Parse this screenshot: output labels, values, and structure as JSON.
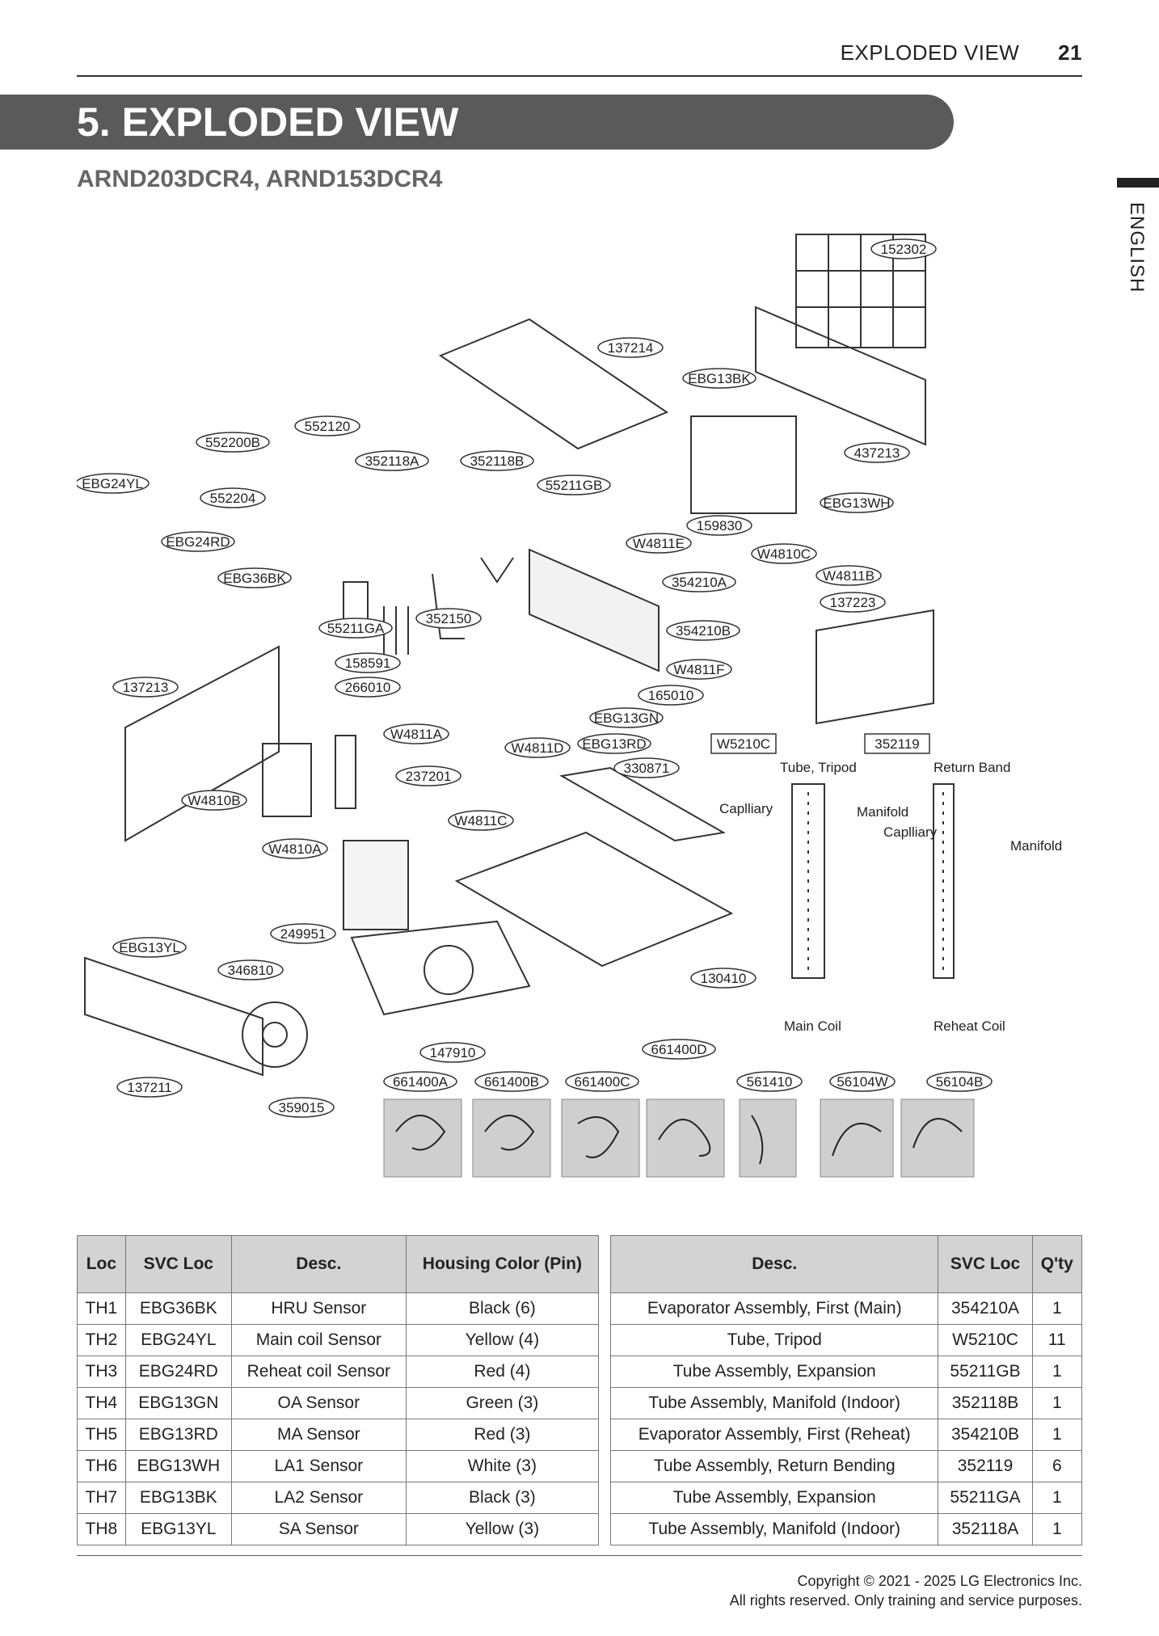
{
  "header": {
    "section": "EXPLODED VIEW",
    "page_number": "21"
  },
  "banner_title": "5. EXPLODED VIEW",
  "subtitle": "ARND203DCR4, ARND153DCR4",
  "side_label": "ENGLISH",
  "callouts": [
    {
      "id": "152302"
    },
    {
      "id": "137214"
    },
    {
      "id": "EBG13BK"
    },
    {
      "id": "437213"
    },
    {
      "id": "552120"
    },
    {
      "id": "552200B"
    },
    {
      "id": "352118A"
    },
    {
      "id": "352118B"
    },
    {
      "id": "EBG24YL"
    },
    {
      "id": "552204"
    },
    {
      "id": "55211GB"
    },
    {
      "id": "EBG13WH"
    },
    {
      "id": "159830"
    },
    {
      "id": "EBG24RD"
    },
    {
      "id": "W4811E"
    },
    {
      "id": "W4810C"
    },
    {
      "id": "EBG36BK"
    },
    {
      "id": "354210A"
    },
    {
      "id": "W4811B"
    },
    {
      "id": "137223"
    },
    {
      "id": "352150"
    },
    {
      "id": "55211GA"
    },
    {
      "id": "354210B"
    },
    {
      "id": "158591"
    },
    {
      "id": "W4811F"
    },
    {
      "id": "137213"
    },
    {
      "id": "266010"
    },
    {
      "id": "165010"
    },
    {
      "id": "EBG13GN"
    },
    {
      "id": "W4811A"
    },
    {
      "id": "W4811D"
    },
    {
      "id": "EBG13RD"
    },
    {
      "id": "W5210C"
    },
    {
      "id": "352119"
    },
    {
      "id": "237201"
    },
    {
      "id": "330871"
    },
    {
      "id": "W4810B"
    },
    {
      "id": "W4811C"
    },
    {
      "id": "W4810A"
    },
    {
      "id": "249951"
    },
    {
      "id": "EBG13YL"
    },
    {
      "id": "346810"
    },
    {
      "id": "130410"
    },
    {
      "id": "147910"
    },
    {
      "id": "661400D"
    },
    {
      "id": "137211"
    },
    {
      "id": "661400A"
    },
    {
      "id": "661400B"
    },
    {
      "id": "661400C"
    },
    {
      "id": "561410"
    },
    {
      "id": "56104W"
    },
    {
      "id": "56104B"
    },
    {
      "id": "359015"
    }
  ],
  "coil_labels": {
    "tube_tripod": "Tube, Tripod",
    "return_band": "Return Band",
    "capillary_1": "Caplliary",
    "manifold_1": "Manifold",
    "capillary_2": "Caplliary",
    "manifold_2": "Manifold",
    "main_coil": "Main Coil",
    "reheat_coil": "Reheat Coil"
  },
  "sensor_table": {
    "headers": [
      "Loc",
      "SVC Loc",
      "Desc.",
      "Housing Color (Pin)"
    ],
    "rows": [
      [
        "TH1",
        "EBG36BK",
        "HRU Sensor",
        "Black (6)"
      ],
      [
        "TH2",
        "EBG24YL",
        "Main coil Sensor",
        "Yellow (4)"
      ],
      [
        "TH3",
        "EBG24RD",
        "Reheat coil Sensor",
        "Red (4)"
      ],
      [
        "TH4",
        "EBG13GN",
        "OA Sensor",
        "Green (3)"
      ],
      [
        "TH5",
        "EBG13RD",
        "MA Sensor",
        "Red (3)"
      ],
      [
        "TH6",
        "EBG13WH",
        "LA1 Sensor",
        "White (3)"
      ],
      [
        "TH7",
        "EBG13BK",
        "LA2 Sensor",
        "Black (3)"
      ],
      [
        "TH8",
        "EBG13YL",
        "SA Sensor",
        "Yellow (3)"
      ]
    ]
  },
  "parts_table": {
    "headers": [
      "Desc.",
      "SVC Loc",
      "Q'ty"
    ],
    "rows": [
      [
        "Evaporator Assembly, First (Main)",
        "354210A",
        "1"
      ],
      [
        "Tube, Tripod",
        "W5210C",
        "11"
      ],
      [
        "Tube Assembly, Expansion",
        "55211GB",
        "1"
      ],
      [
        "Tube Assembly, Manifold (Indoor)",
        "352118B",
        "1"
      ],
      [
        "Evaporator Assembly, First (Reheat)",
        "354210B",
        "1"
      ],
      [
        "Tube Assembly, Return Bending",
        "352119",
        "6"
      ],
      [
        "Tube Assembly, Expansion",
        "55211GA",
        "1"
      ],
      [
        "Tube Assembly, Manifold (Indoor)",
        "352118A",
        "1"
      ]
    ]
  },
  "footer": {
    "line1": "Copyright © 2021 - 2025 LG Electronics Inc.",
    "line2": "All rights reserved. Only training and service purposes."
  }
}
